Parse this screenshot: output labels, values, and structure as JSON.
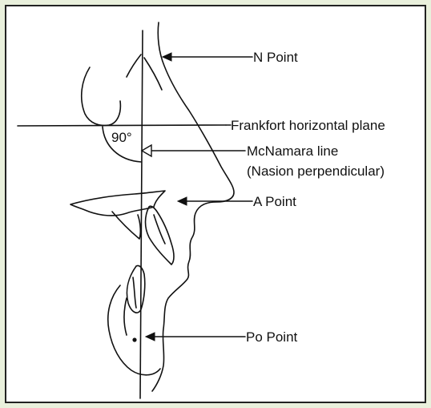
{
  "diagram": {
    "labels": {
      "n_point": "N Point",
      "frankfort": "Frankfort horizontal plane",
      "mcnamara": "McNamara line",
      "nasion_perp": "(Nasion perpendicular)",
      "a_point": "A Point",
      "po_point": "Po Point",
      "angle": "90°"
    },
    "colors": {
      "frame": "#e9f0dc",
      "border": "#222222",
      "ink": "#111111"
    }
  }
}
